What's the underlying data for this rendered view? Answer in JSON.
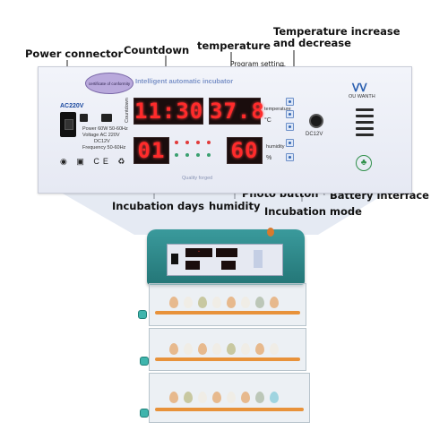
{
  "callouts": {
    "power_connector": "Power connector",
    "countdown": "Countdown",
    "temperature": "temperature",
    "temp_adjust_1": "Temperature increase",
    "temp_adjust_2": "and decrease",
    "program_setting": "Program setting",
    "incubation_days": "Incubation days",
    "humidity": "humidity",
    "photo_button": "Photo button",
    "incubation_mode": "Incubation mode",
    "battery_interface": "Battery interface"
  },
  "panel": {
    "logo_text": "certificate of conformity",
    "title": "Intelligent automatic incubator",
    "ac_label": "AC220V",
    "countdown_small": "Countdown",
    "countdown_value": "1:30",
    "countdown_lead": "1",
    "temperature_value": "37.8",
    "temperature_small": "temperature",
    "temperature_unit": "°C",
    "days_value": "01",
    "humidity_value": "60",
    "humidity_small": "humidity",
    "humidity_unit": "%",
    "specs": {
      "power": "Power  60W  50-60Hz",
      "voltage": "Voltage  AC  220V",
      "dc": "DC12V",
      "frequency": "Frequency  50-60Hz"
    },
    "dc_label": "DC12V",
    "quality_label": "Quality forged",
    "brand_small": "OU  WANTH"
  },
  "colors": {
    "segment_red": "#ff2b2b",
    "panel_bg": "#eef0f7",
    "housing_teal": "#2c8a8c",
    "rail_orange": "#e8923a"
  }
}
